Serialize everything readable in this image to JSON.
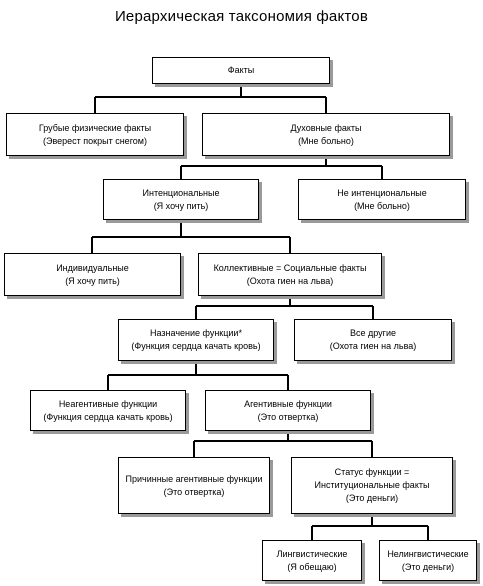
{
  "title": "Иерархическая таксономия фактов",
  "nodes": {
    "facts": {
      "lines": [
        "Факты"
      ]
    },
    "brute": {
      "lines": [
        "Грубые физические факты",
        "(Эверест покрыт снегом)"
      ]
    },
    "mental": {
      "lines": [
        "Духовные факты",
        "(Мне больно)"
      ]
    },
    "intentional": {
      "lines": [
        "Интенциональные",
        "(Я хочу пить)"
      ]
    },
    "nonintent": {
      "lines": [
        "Не интенциональные",
        "(Мне больно)"
      ]
    },
    "individual": {
      "lines": [
        "Индивидуальные",
        "(Я хочу пить)"
      ]
    },
    "collective": {
      "lines": [
        "Коллективные = Социальные факты",
        "(Охота гиен на льва)"
      ]
    },
    "function": {
      "lines": [
        "Назначение функции*",
        "(Функция сердца качать кровь)"
      ]
    },
    "allother": {
      "lines": [
        "Все другие",
        "(Охота гиен на льва)"
      ]
    },
    "nonagentive": {
      "lines": [
        "Неагентивные функции",
        "(Функция сердца качать кровь)"
      ]
    },
    "agentive": {
      "lines": [
        "Агентивные функции",
        "(Это отвертка)"
      ]
    },
    "causal": {
      "lines": [
        "Причинные агентивные функции",
        "(Это отвертка)"
      ]
    },
    "status": {
      "lines": [
        "Статус функции =",
        "Институциональные факты",
        "(Это деньги)"
      ]
    },
    "linguistic": {
      "lines": [
        "Лингвистические",
        "(Я обещаю)"
      ]
    },
    "nonling": {
      "lines": [
        "Нелингвистические",
        "(Это деньги)"
      ]
    }
  }
}
